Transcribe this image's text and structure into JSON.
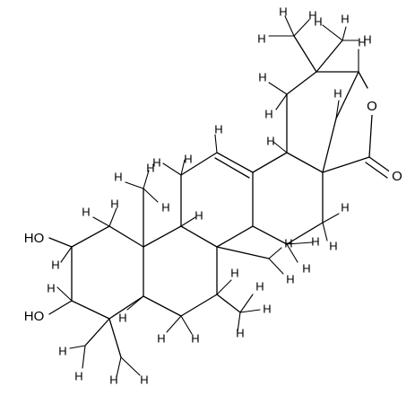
{
  "atoms": {
    "o_ring": "O",
    "o_carbonyl": "O",
    "oh_c2": "HO",
    "oh_c3": "HO"
  },
  "hydrogen_label": "H"
}
